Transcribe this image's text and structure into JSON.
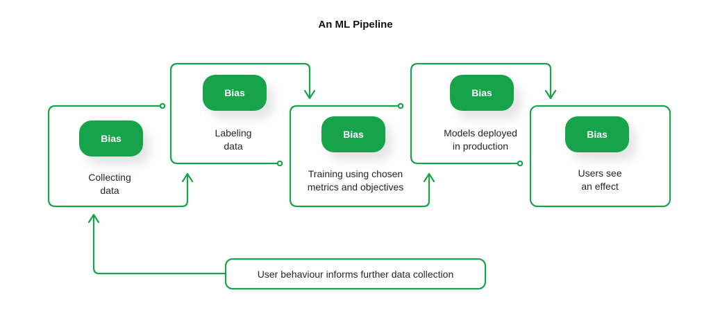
{
  "title": "An ML Pipeline",
  "colors": {
    "accent": "#16a34a",
    "text": "#262626"
  },
  "stages": [
    {
      "bias": "Bias",
      "label_line1": "Collecting",
      "label_line2": "data"
    },
    {
      "bias": "Bias",
      "label_line1": "Labeling",
      "label_line2": "data"
    },
    {
      "bias": "Bias",
      "label_line1": "Training using chosen",
      "label_line2": "metrics and objectives"
    },
    {
      "bias": "Bias",
      "label_line1": "Models deployed",
      "label_line2": "in production"
    },
    {
      "bias": "Bias",
      "label_line1": "Users see",
      "label_line2": "an effect"
    }
  ],
  "feedback": {
    "label": "User behaviour informs further data collection"
  }
}
